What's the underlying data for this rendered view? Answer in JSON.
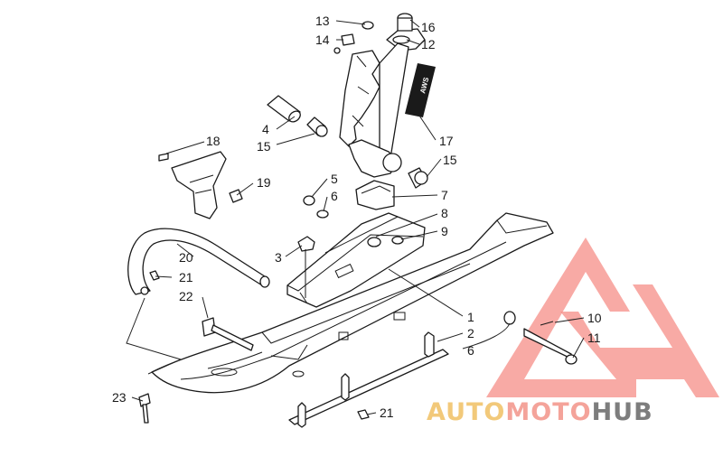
{
  "diagram": {
    "callouts": [
      "13",
      "16",
      "12",
      "14",
      "4",
      "15",
      "17",
      "18",
      "15",
      "19",
      "5",
      "6",
      "7",
      "8",
      "9",
      "3",
      "20",
      "21",
      "22",
      "1",
      "10",
      "2",
      "11",
      "6",
      "23",
      "21"
    ]
  },
  "watermark": {
    "text_part1": "AUTO",
    "text_part2": "MOTO",
    "text_part3": "HUB",
    "colors": {
      "gold": "#f2c97a",
      "pink": "#f4a39a",
      "grey": "#7d7d7d",
      "triangle": "#f47a72"
    }
  },
  "decal": {
    "text": "AWS"
  }
}
